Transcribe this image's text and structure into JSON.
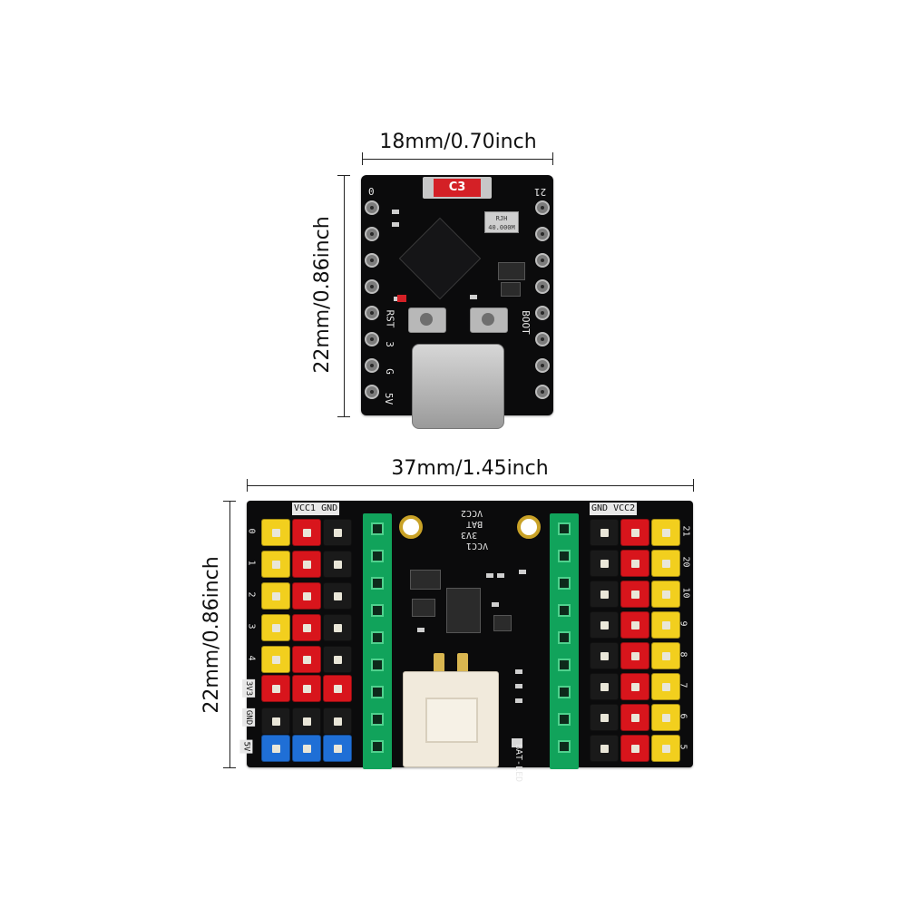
{
  "dimensions": {
    "small_width": "18mm/0.70inch",
    "small_height": "22mm/0.86inch",
    "large_width": "37mm/1.45inch",
    "large_height": "22mm/0.86inch"
  },
  "small_board": {
    "chip_label": "C3",
    "crystal_label": "RJH\n40.000M",
    "pin_top_left": "0",
    "pin_top_right": "21",
    "rst_label": "RST",
    "boot_label": "BOOT",
    "pin_3": "3",
    "pin_g": "G",
    "pin_5v": "5V"
  },
  "large_board": {
    "vcc1_gnd": "VCC1 GND",
    "gnd_vcc2": "GND VCC2",
    "left_pins": [
      "0",
      "1",
      "2",
      "3",
      "4"
    ],
    "right_pins": [
      "21",
      "20",
      "10",
      "9",
      "8",
      "7",
      "6",
      "5"
    ],
    "left_lower": [
      "3V3",
      "GND",
      "5V"
    ],
    "center_top": [
      "VCC2",
      "BAT",
      "3V3",
      "VCC1"
    ],
    "bat_led": "BAT-LED"
  },
  "colors": {
    "yellow_header": "#f2cf1e",
    "red_header": "#d8151c",
    "black_header": "#1a1a1a",
    "blue_header": "#1f6fd6",
    "green_header": "#10a35a"
  }
}
